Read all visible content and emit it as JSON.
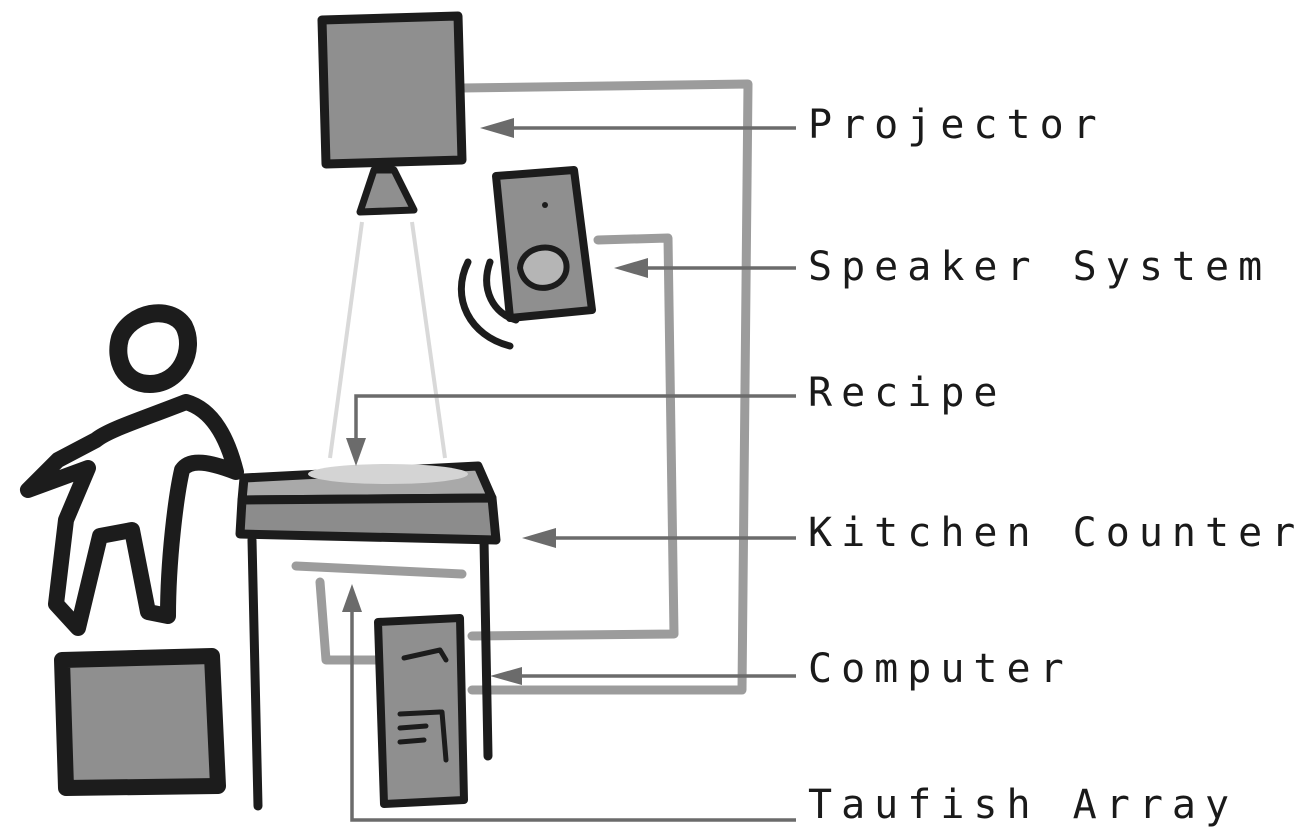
{
  "labels": {
    "projector": "Projector",
    "speaker_system": "Speaker System",
    "recipe": "Recipe",
    "kitchen_counter": "Kitchen Counter",
    "computer": "Computer",
    "taufish_array": "Taufish Array"
  },
  "colors": {
    "ink": "#1c1c1c",
    "device_fill": "#8f8f8f",
    "cable": "#9c9c9c",
    "pointer": "#6b6b6b",
    "projection_light": "#d9d9d9"
  }
}
